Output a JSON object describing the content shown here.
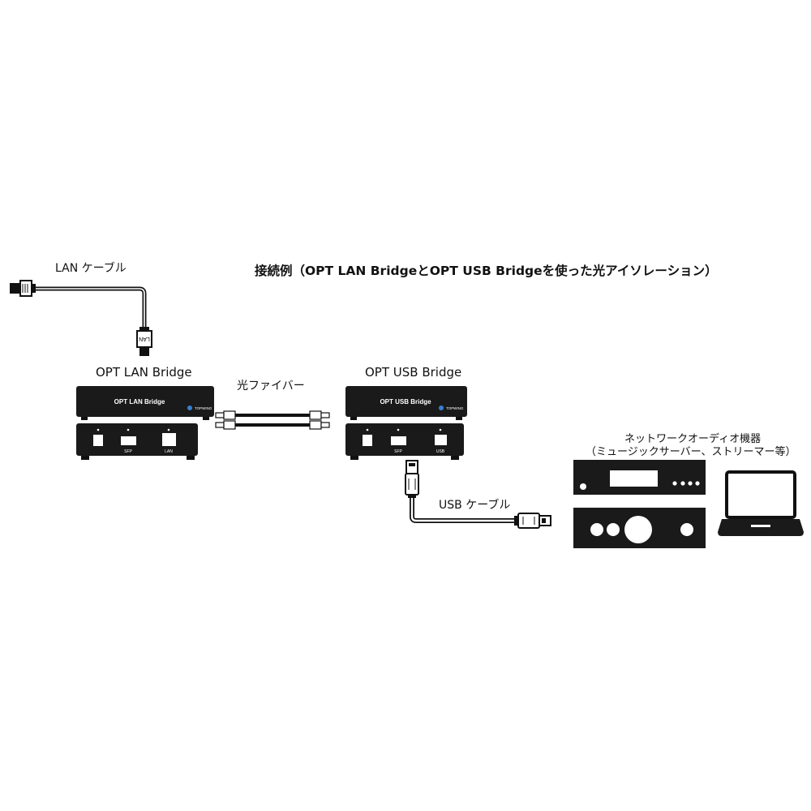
{
  "title": "接続例（OPT LAN BridgeとOPT USB Bridgeを使った光アイソレーション）",
  "labels": {
    "lan_cable": "LAN ケーブル",
    "opt_lan_bridge": "OPT LAN Bridge",
    "optical_fiber": "光ファイバー",
    "opt_usb_bridge": "OPT USB Bridge",
    "usb_cable": "USB ケーブル",
    "network_audio_line1": "ネットワークオーディオ機器",
    "network_audio_line2": "（ミュージックサーバー、ストリーマー等）"
  },
  "devices": {
    "lan_bridge_face": "OPT LAN Bridge",
    "usb_bridge_face": "OPT USB Bridge",
    "brand": "TOPWING",
    "lan_ports": [
      "SFP",
      "LAN"
    ],
    "usb_ports": [
      "SFP",
      "USB"
    ],
    "lan_plug_text": "LAN"
  }
}
